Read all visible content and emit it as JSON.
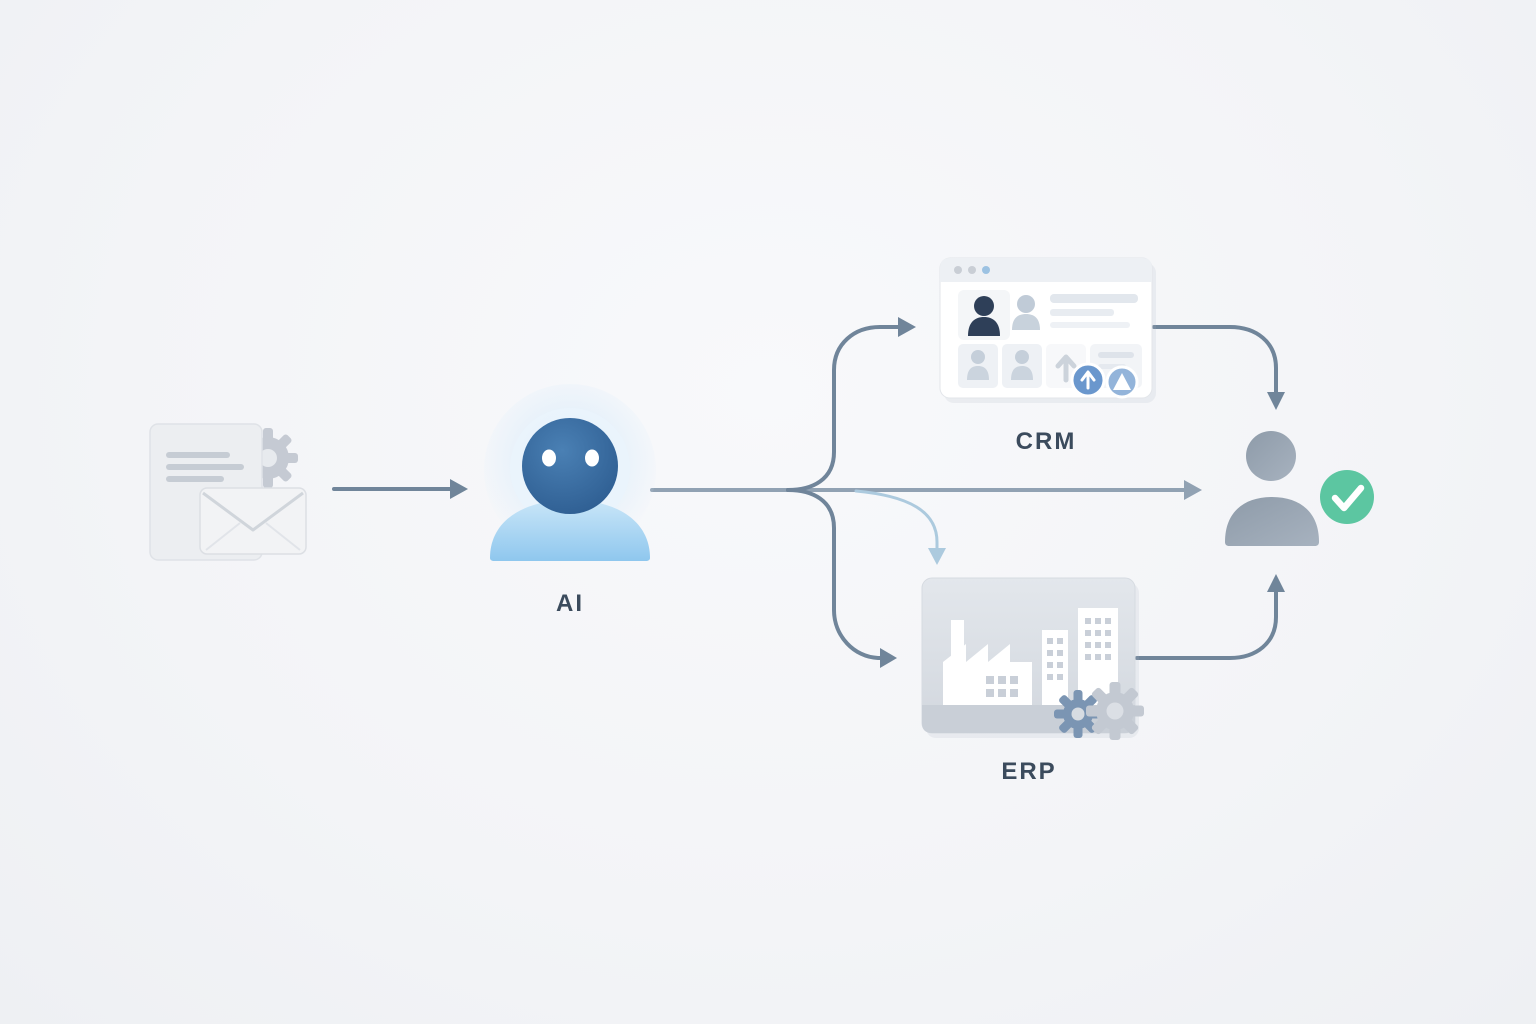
{
  "diagram": {
    "labels": {
      "ai": "AI",
      "crm": "CRM",
      "erp": "ERP"
    },
    "icons": {
      "document": "document-icon",
      "gear": "gear-icon",
      "envelope": "envelope-icon",
      "robot": "ai-robot-icon",
      "browser_window": "crm-window-icon",
      "factory": "erp-factory-icon",
      "user": "user-icon",
      "check": "check-circle-icon"
    },
    "colors": {
      "background": "#f4f5f7",
      "label_text": "#3b4b5d",
      "arrow_dark": "#70859a",
      "arrow_mid": "#91a2b3",
      "arrow_light": "#accade",
      "ai_glow": "#dcedfb",
      "ai_head_light": "#4a80b4",
      "ai_head_dark": "#2b5a8e",
      "ai_eye": "#ffffff",
      "ai_body_top": "#c9e6f8",
      "ai_body_bottom": "#8fc7ee",
      "doc_fill": "#eceef1",
      "doc_line": "#c6ccd4",
      "gear_gray": "#c5cad3",
      "envelope_fill": "#f2f3f5",
      "envelope_edge": "#d0d5db",
      "card_bg": "#ffffff",
      "card_bar": "#edf0f4",
      "window_dot": "#c9ced5",
      "window_dot_accent": "#9cc2e2",
      "avatar_navy": "#2e3f58",
      "avatar_gray": "#c0cbd7",
      "badge_blue": "#6a97cd",
      "badge_blue_light": "#93b4da",
      "erp_top": "#e3e7ec",
      "erp_bottom": "#d2d7de",
      "erp_strip": "#c9cfd7",
      "erp_building": "#ffffff",
      "erp_window": "#c9cfd8",
      "gear_blue": "#7b95b3",
      "gear_light": "#c3c9d2",
      "person_fill": "#98a5b3",
      "check_bg": "#5cc6a1",
      "check_mark": "#ffffff"
    }
  }
}
